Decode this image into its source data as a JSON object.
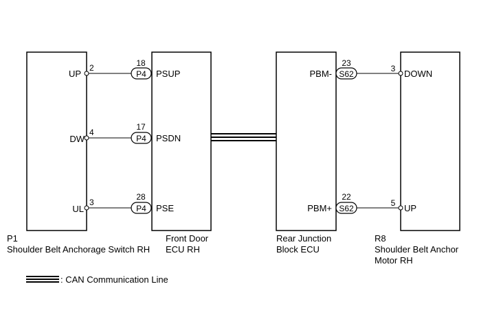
{
  "components": {
    "switch": {
      "code": "P1",
      "name": "Shoulder Belt Anchorage Switch RH"
    },
    "front_ecu": {
      "line1": "Front Door",
      "line2": "ECU RH"
    },
    "rear_jb": {
      "line1": "Rear Junction",
      "line2": "Block ECU"
    },
    "motor": {
      "code": "R8",
      "line1": "Shoulder Belt Anchor",
      "line2": "Motor RH"
    }
  },
  "connections_left": [
    {
      "from_label": "UP",
      "from_pin": "2",
      "connector": "P4",
      "to_pin": "18",
      "to_label": "PSUP"
    },
    {
      "from_label": "DW",
      "from_pin": "4",
      "connector": "P4",
      "to_pin": "17",
      "to_label": "PSDN"
    },
    {
      "from_label": "UL",
      "from_pin": "3",
      "connector": "P4",
      "to_pin": "28",
      "to_label": "PSE"
    }
  ],
  "connections_right": [
    {
      "from_label": "PBM-",
      "from_pin": "23",
      "connector": "S62",
      "to_pin": "3",
      "to_label": "DOWN"
    },
    {
      "from_label": "PBM+",
      "from_pin": "22",
      "connector": "S62",
      "to_pin": "5",
      "to_label": "UP"
    }
  ],
  "legend": {
    "text": ": CAN Communication Line"
  }
}
